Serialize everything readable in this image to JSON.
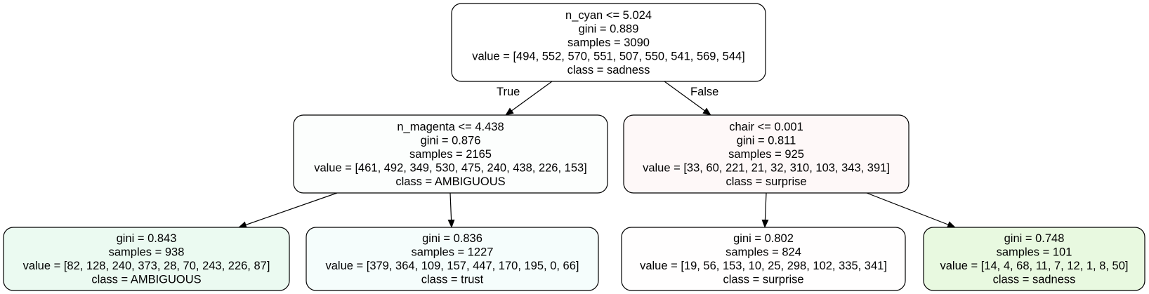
{
  "tree": {
    "nodes": [
      {
        "id": "root",
        "fill": "#ffffff",
        "lines": [
          "n_cyan <= 5.024",
          "gini = 0.889",
          "samples = 3090",
          "value = [494, 552, 570, 551, 507, 550, 541, 569, 544]",
          "class = sadness"
        ]
      },
      {
        "id": "left",
        "fill": "#fcfefd",
        "lines": [
          "n_magenta <= 4.438",
          "gini = 0.876",
          "samples = 2165",
          "value = [461, 492, 349, 530, 475, 240, 438, 226, 153]",
          "class = AMBIGUOUS"
        ]
      },
      {
        "id": "right",
        "fill": "#fef8f8",
        "lines": [
          "chair <= 0.001",
          "gini = 0.811",
          "samples = 925",
          "value = [33, 60, 221, 21, 32, 310, 103, 343, 391]",
          "class = surprise"
        ]
      },
      {
        "id": "ll",
        "fill": "#ebfaf1",
        "lines": [
          "gini = 0.843",
          "samples = 938",
          "value = [82, 128, 240, 373, 28, 70, 243, 226, 87]",
          "class = AMBIGUOUS"
        ]
      },
      {
        "id": "lr",
        "fill": "#f5fdfc",
        "lines": [
          "gini = 0.836",
          "samples = 1227",
          "value = [379, 364, 109, 157, 447, 170, 195, 0, 66]",
          "class = trust"
        ]
      },
      {
        "id": "rl",
        "fill": "#fffefe",
        "lines": [
          "gini = 0.802",
          "samples = 824",
          "value = [19, 56, 153, 10, 25, 298, 102, 335, 341]",
          "class = surprise"
        ]
      },
      {
        "id": "rr",
        "fill": "#e8f9e0",
        "lines": [
          "gini = 0.748",
          "samples = 101",
          "value = [14, 4, 68, 11, 7, 12, 1, 8, 50]",
          "class = sadness"
        ]
      }
    ],
    "edges": [
      {
        "from": "root",
        "to": "left",
        "label": "True"
      },
      {
        "from": "root",
        "to": "right",
        "label": "False"
      },
      {
        "from": "left",
        "to": "ll",
        "label": ""
      },
      {
        "from": "left",
        "to": "lr",
        "label": ""
      },
      {
        "from": "right",
        "to": "rl",
        "label": ""
      },
      {
        "from": "right",
        "to": "rr",
        "label": ""
      }
    ]
  }
}
